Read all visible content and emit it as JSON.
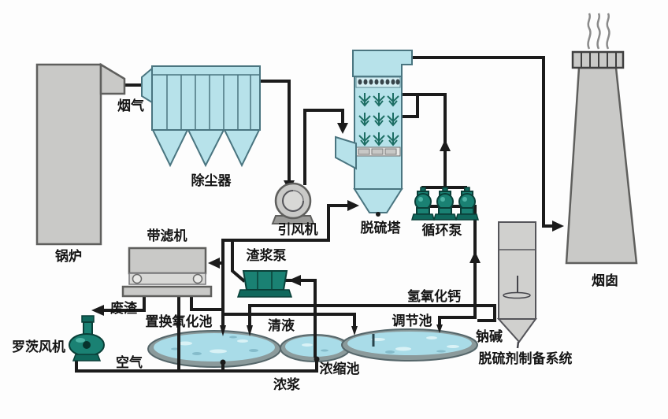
{
  "diagram": {
    "labels": {
      "flue_gas": "烟气",
      "boiler": "锅炉",
      "dust_collector": "除尘器",
      "induced_draft_fan": "引风机",
      "desulfurization_tower": "脱硫塔",
      "circulation_pump": "循环泵",
      "chimney": "烟囱",
      "belt_filter": "带滤机",
      "slurry_pump": "渣浆泵",
      "waste_residue": "废渣",
      "calcium_hydroxide": "氢氧化钙",
      "replacement_oxidation_pool": "置换氧化池",
      "clear_liquid": "清液",
      "adjustment_pool": "调节池",
      "sodium_alkali": "钠碱",
      "desulfurizer_preparation_system": "脱硫剂制备系统",
      "roots_blower": "罗茨风机",
      "air": "空气",
      "concentration_pool": "浓缩池",
      "thick_slurry": "浓浆"
    },
    "colors": {
      "equipment_cyan": "#b7e2ea",
      "equipment_gray": "#c9c9c7",
      "equipment_teal": "#1a8173",
      "pool_water": "#a9dce8",
      "pipe": "#1b1b1b",
      "background": "#fdfdfd"
    }
  }
}
